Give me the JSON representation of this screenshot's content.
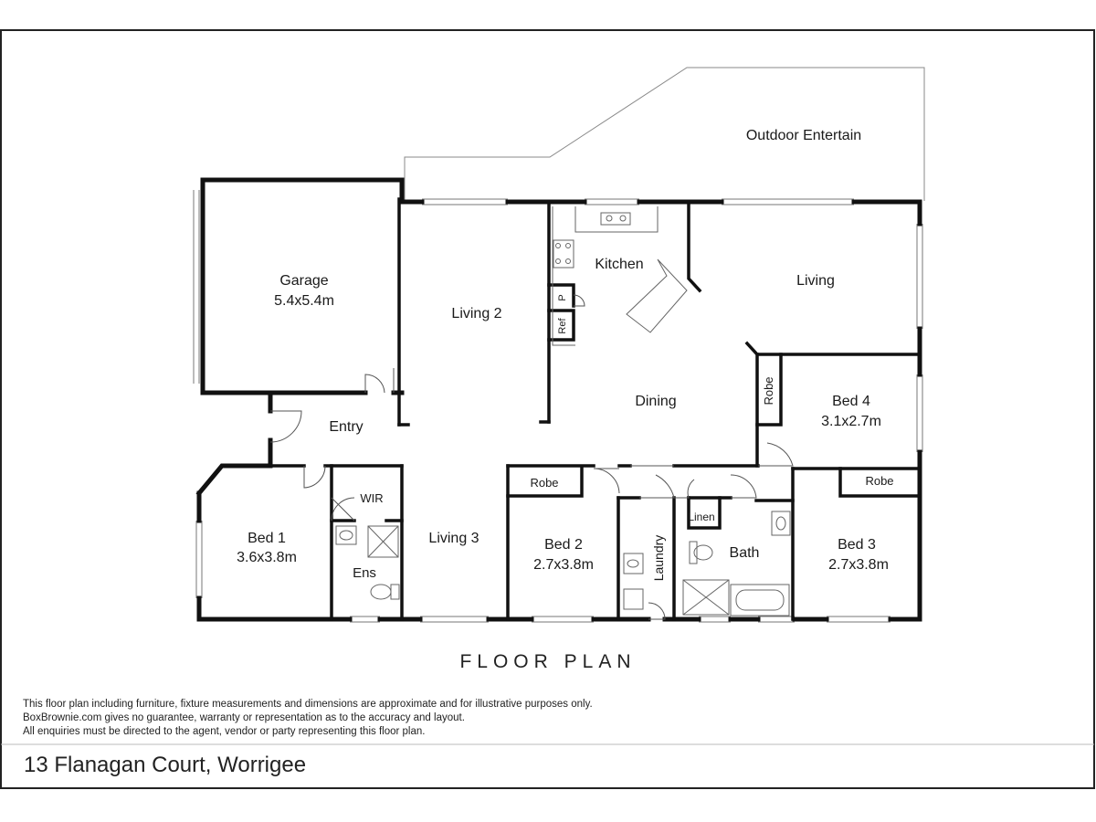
{
  "plan": {
    "title": "FLOOR PLAN",
    "address": "13 Flanagan Court, Worrigee",
    "disclaimer": [
      "This floor plan including furniture, fixture measurements and dimensions are approximate and for illustrative purposes only.",
      "BoxBrownie.com gives no guarantee, warranty or representation as to the accuracy and layout.",
      "All enquiries must be directed to the agent, vendor or party representing this floor plan."
    ]
  },
  "rooms": {
    "outdoor": "Outdoor Entertain",
    "garage": "Garage",
    "garage_size": "5.4x5.4m",
    "living2": "Living 2",
    "kitchen": "Kitchen",
    "pantry": "P",
    "ref": "Ref",
    "living": "Living",
    "dining": "Dining",
    "robe_bed4": "Robe",
    "bed4": "Bed 4",
    "bed4_size": "3.1x2.7m",
    "entry": "Entry",
    "wir": "WIR",
    "bed1": "Bed 1",
    "bed1_size": "3.6x3.8m",
    "ens": "Ens",
    "living3": "Living 3",
    "robe_bed2": "Robe",
    "bed2": "Bed 2",
    "bed2_size": "2.7x3.8m",
    "laundry": "Laundry",
    "linen": "Linen",
    "bath": "Bath",
    "robe_bed3": "Robe",
    "bed3": "Bed 3",
    "bed3_size": "2.7x3.8m"
  }
}
